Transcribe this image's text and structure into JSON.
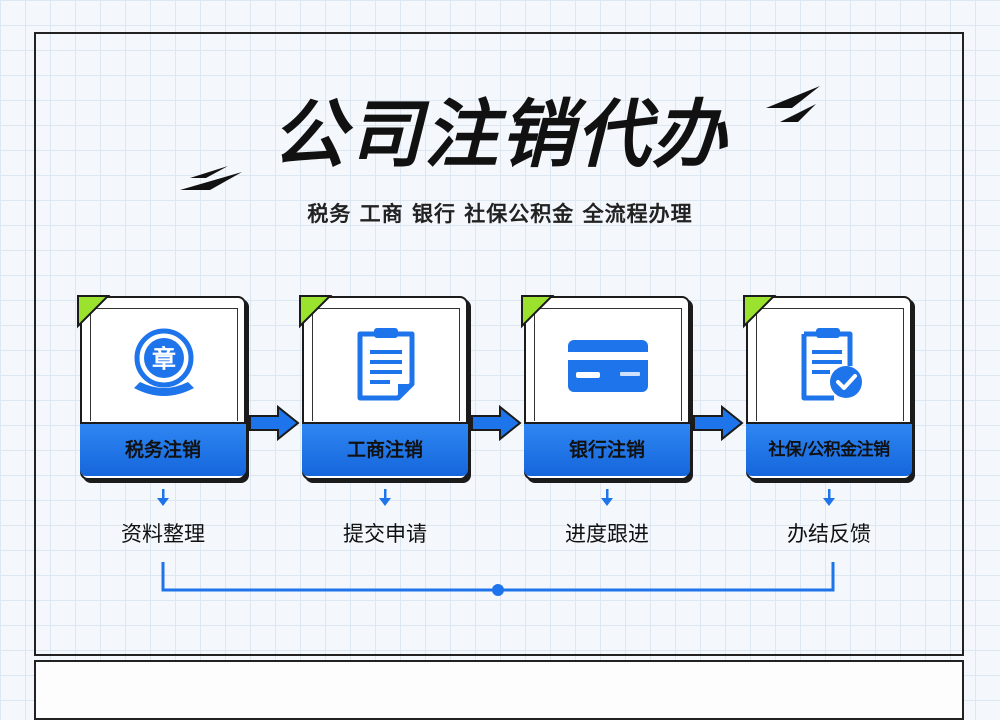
{
  "title": "公司注销代办",
  "subtitle": "税务 工商 银行 社保公积金 全流程办理",
  "colors": {
    "accent_blue": "#1e74ea",
    "accent_green": "#9be22e",
    "outline": "#1b1b1b"
  },
  "cards": [
    {
      "label": "税务注销",
      "icon": "seal-icon",
      "step": "资料整理"
    },
    {
      "label": "工商注销",
      "icon": "document-icon",
      "step": "提交申请"
    },
    {
      "label": "银行注销",
      "icon": "bank-card-icon",
      "step": "进度跟进"
    },
    {
      "label": "社保/公积金注销",
      "icon": "document-check-icon",
      "step": "办结反馈"
    }
  ],
  "seal_char": "章"
}
